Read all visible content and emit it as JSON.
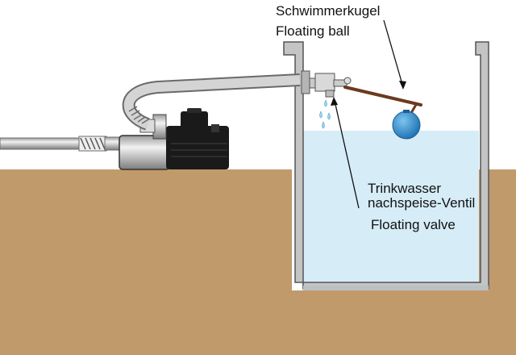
{
  "labels": {
    "float_ball_de": "Schwimmerkugel",
    "float_ball_en": "Floating ball",
    "valve_de_line1": "Trinkwasser",
    "valve_de_line2": "nachspeise-Ventil",
    "valve_en": "Floating valve"
  },
  "colors": {
    "ground": "#c19a6b",
    "water": "#d6ecf7",
    "tank_wall": "#c4c4c4",
    "pipe": "#cfcfcf",
    "float_ball": "#2c8fd0",
    "lever_arm": "#6b3a1f",
    "pump_body": "#1a1a1a"
  },
  "icons": [
    "pump-icon",
    "float-ball-icon",
    "water-drop-icon",
    "valve-icon"
  ]
}
